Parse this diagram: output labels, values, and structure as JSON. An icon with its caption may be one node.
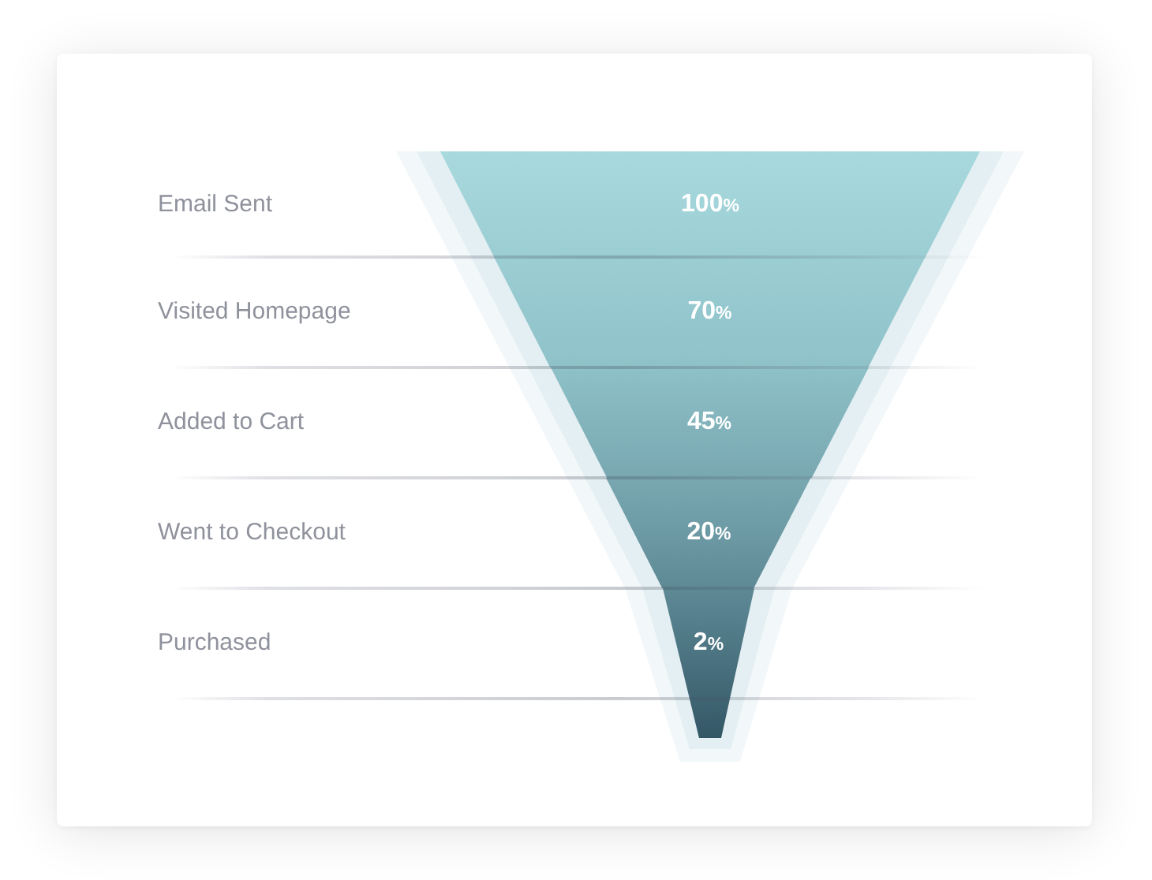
{
  "diagram": {
    "nodes": [
      {
        "text": [
          "100%"
        ]
      },
      {
        "text": [
          "70%"
        ]
      },
      {
        "text": [
          "45%"
        ]
      },
      {
        "text": [
          "20%"
        ]
      },
      {
        "text": [
          "2%"
        ]
      }
    ],
    "labels": [
      "Email Sent",
      "Visited Homepage",
      "Added to Cart",
      "Went to Checkout",
      "Purchased"
    ]
  }
}
